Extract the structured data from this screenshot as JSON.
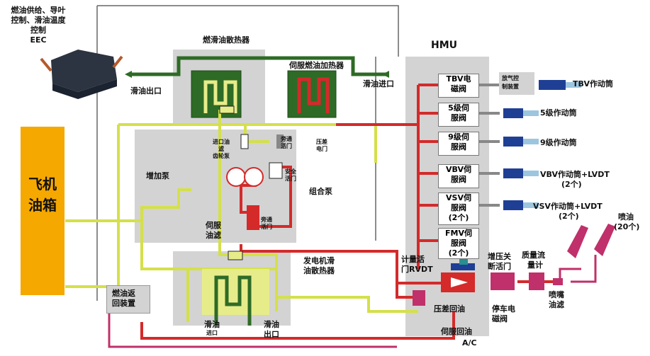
{
  "eec": {
    "line1": "燃油供给、导叶",
    "line2": "控制、滑油温度",
    "line3": "控制",
    "line4": "EEC"
  },
  "tank": {
    "label": "飞机油箱"
  },
  "coolers": {
    "fuel_oil_cooler": "燃滑油散热器",
    "servo_heater": "伺服燃油加热器",
    "oil_out": "滑油出口",
    "oil_in": "滑油进口",
    "gen_cooler_line1": "发电机滑",
    "gen_cooler_line2": "油散热器",
    "gen_oil_in_line1": "滑油",
    "gen_oil_in_line2": "进口",
    "gen_oil_out_line1": "滑油",
    "gen_oil_out_line2": "出口"
  },
  "pump": {
    "boost_pump": "增加泵",
    "inlet_filter_line1": "进口油",
    "inlet_filter_line2": "滤",
    "inlet_filter_line3": "齿轮泵",
    "bypass_valve_line1": "旁通",
    "bypass_valve_line2": "活门",
    "pressure_diff_line1": "压差",
    "pressure_diff_line2": "电门",
    "safety_valve_line1": "安全",
    "safety_valve_line2": "活门",
    "combo_pump": "组合泵",
    "servo_filter_line1": "伺服",
    "servo_filter_line2": "油滤",
    "bypass_valve2_line1": "旁通",
    "bypass_valve2_line2": "活门"
  },
  "return": {
    "line1": "燃油返",
    "line2": "回装置"
  },
  "hmu": {
    "title": "HMU",
    "valves": [
      {
        "line1": "TBV电",
        "line2": "磁阀"
      },
      {
        "line1": "5级伺",
        "line2": "服阀"
      },
      {
        "line1": "9级伺",
        "line2": "服阀"
      },
      {
        "line1": "VBV伺",
        "line2": "服阀"
      },
      {
        "line1": "VSV伺",
        "line2": "服阀",
        "line3": "(2个)"
      },
      {
        "line1": "FMV伺",
        "line2": "服阀",
        "line3": "(2个)"
      }
    ],
    "metering_rvdt_line1": "计量活",
    "metering_rvdt_line2": "门RVDT",
    "shutoff_line1": "增压关",
    "shutoff_line2": "断活门",
    "pressure_return": "压差回油",
    "stop_solenoid_line1": "停车电",
    "stop_solenoid_line2": "磁阀",
    "servo_return": "伺服回油",
    "ac": "A/C"
  },
  "actuators": {
    "air_control_line1": "放气控",
    "air_control_line2": "制装置",
    "tbv": "TBV作动筒",
    "stage5": "5级作动筒",
    "stage9": "9级作动筒",
    "vbv": "VBV作动筒+LVDT",
    "vbv_count": "(2个)",
    "vsv": "VSV作动筒+LVDT",
    "vsv_count": "(2个)",
    "flowmeter_line1": "质量流",
    "flowmeter_line2": "量计",
    "nozzle_filter_line1": "喷嘴",
    "nozzle_filter_line2": "油滤",
    "nozzles_line1": "喷油",
    "nozzles_line2": "(20个)"
  },
  "colors": {
    "yellow": "#d4e04a",
    "green": "#2e6b26",
    "red": "#d42a2a",
    "pink": "#c0306a",
    "blue": "#1f3f95",
    "panel": "#d3d3d3",
    "tank": "#f5a800"
  }
}
